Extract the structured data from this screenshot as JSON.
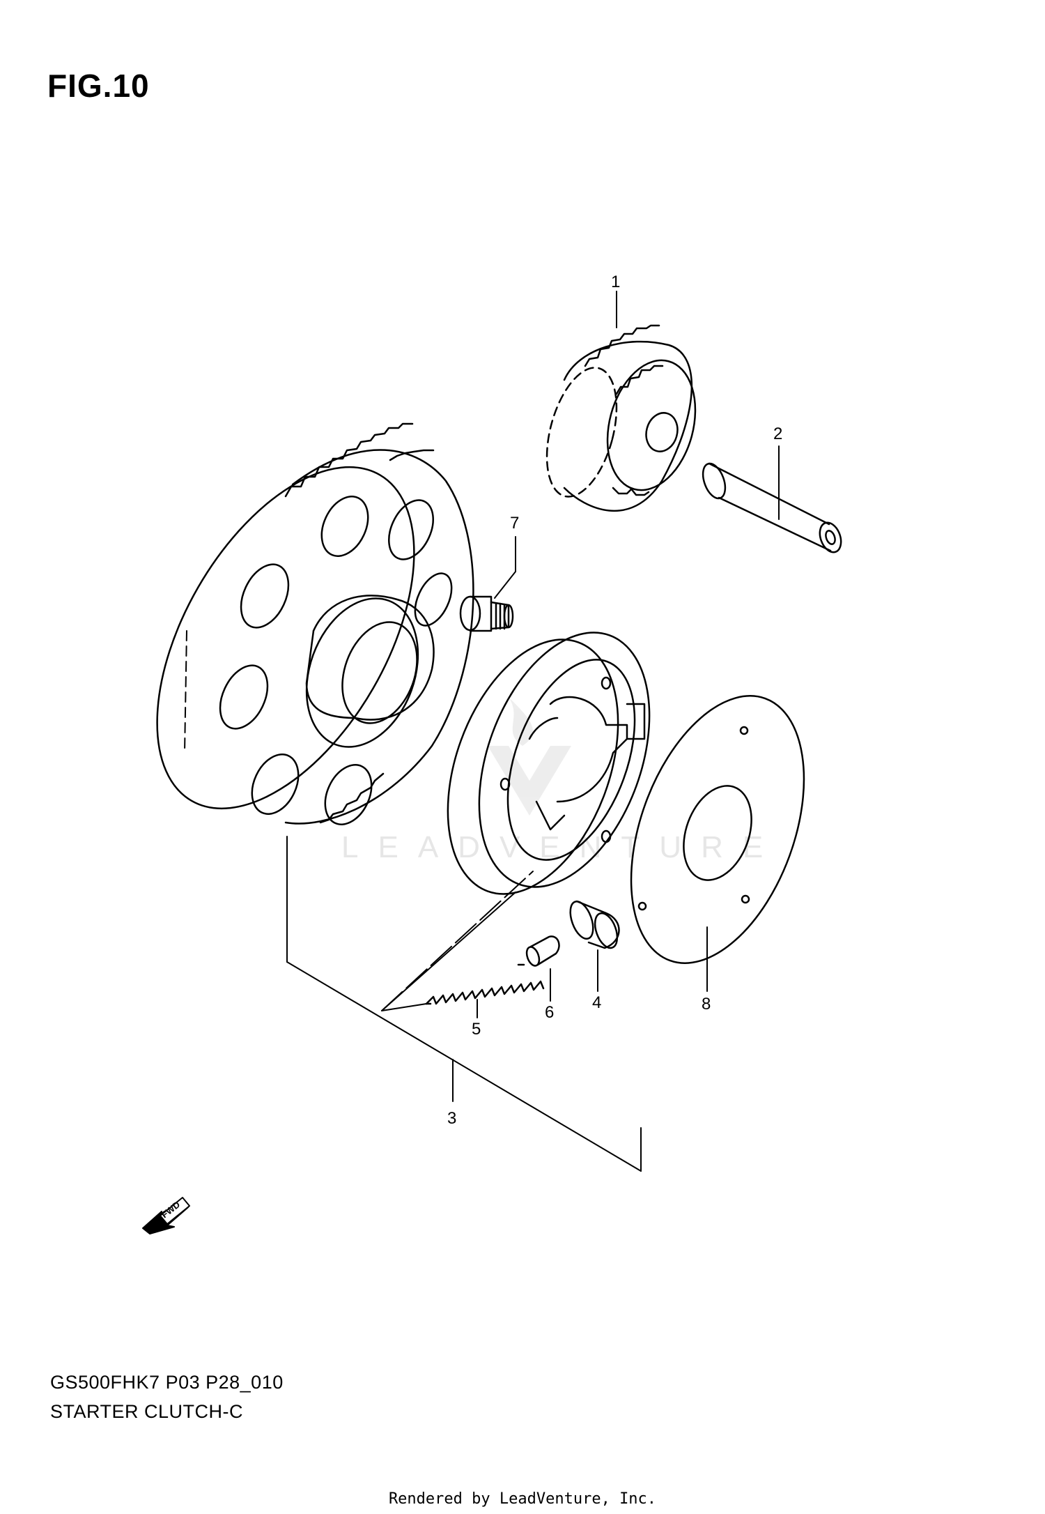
{
  "figure": {
    "title": "FIG.10"
  },
  "callouts": {
    "p1": "1",
    "p2": "2",
    "p3": "3",
    "p4": "4",
    "p5": "5",
    "p6": "6",
    "p7": "7",
    "p8": "8"
  },
  "fwd_label": "FWD",
  "watermark": "LEADVENTURE",
  "footer": {
    "code": "GS500FHK7 P03 P28_010",
    "name": "STARTER CLUTCH-C",
    "rendered_by": "Rendered by LeadVenture, Inc."
  },
  "colors": {
    "ink": "#000000",
    "background": "#ffffff",
    "watermark": "#e6e6e6"
  }
}
